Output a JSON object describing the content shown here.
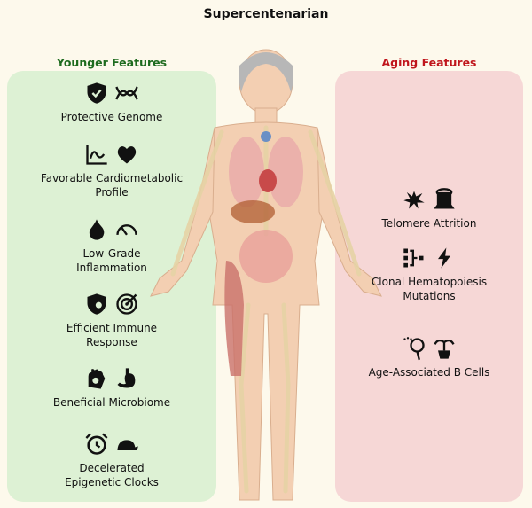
{
  "title": "Supercentenarian",
  "younger": {
    "header": "Younger Features",
    "color": "#1e6b1e",
    "items": [
      {
        "label": "Protective Genome",
        "icons": [
          "shield-check-icon",
          "dna-icon"
        ]
      },
      {
        "label": "Favorable Cardiometabolic Profile",
        "icons": [
          "line-chart-icon",
          "heart-icon"
        ]
      },
      {
        "label": "Low-Grade Inflammation",
        "icons": [
          "flame-icon",
          "gauge-icon"
        ]
      },
      {
        "label": "Efficient Immune Response",
        "icons": [
          "virus-shield-icon",
          "target-icon"
        ]
      },
      {
        "label": "Beneficial Microbiome",
        "icons": [
          "hand-bacteria-icon",
          "stomach-icon"
        ]
      },
      {
        "label": "Decelerated Epigenetic Clocks",
        "icons": [
          "alarm-clock-icon",
          "turtle-icon"
        ]
      }
    ]
  },
  "aging": {
    "header": "Aging Features",
    "color": "#c0161c",
    "items": [
      {
        "label": "Telomere Attrition",
        "icons": [
          "splat-icon",
          "tree-stump-icon"
        ]
      },
      {
        "label": "Clonal Hematopoiesis Mutations",
        "icons": [
          "hierarchy-icon",
          "lightning-icon"
        ]
      },
      {
        "label": "Age-Associated B Cells",
        "icons": [
          "dandelion-icon",
          "wilted-plant-icon"
        ]
      }
    ]
  }
}
